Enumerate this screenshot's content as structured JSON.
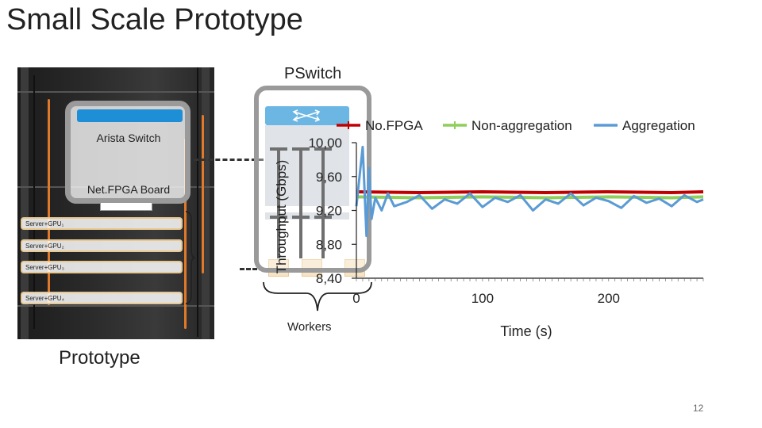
{
  "slide": {
    "title": "Small Scale Prototype",
    "page_number": "12"
  },
  "prototype": {
    "caption": "Prototype",
    "arista_label": "Arista Switch",
    "netfpga_label": "Net.FPGA Board",
    "servers": [
      "Server+GPU₁",
      "Server+GPU₂",
      "Server+GPU₃",
      "Server+GPU₄"
    ]
  },
  "pswitch": {
    "label": "PSwitch",
    "workers_label": "Workers"
  },
  "colors": {
    "switch_blue": "#1e8fd6",
    "frame_gray": "#9a9a9a",
    "noFPGA": "#c00000",
    "non_aggregation": "#8fce5a",
    "aggregation": "#5b9bd5"
  },
  "icons": [
    "switch-icon"
  ],
  "chart_data": {
    "type": "line",
    "ylabel": "Throughput (Gbps)",
    "xlabel": "Time (s)",
    "y_ticks": [
      "8,40",
      "8,80",
      "9,20",
      "9,60",
      "10,00"
    ],
    "x_ticks": [
      "0",
      "100",
      "200"
    ],
    "ylim": [
      8.4,
      10.0
    ],
    "xlim": [
      0,
      275
    ],
    "legend_position": "top",
    "grid": false,
    "series": [
      {
        "name": "No.FPGA",
        "color": "#c00000",
        "x": [
          0,
          50,
          100,
          150,
          200,
          250,
          275
        ],
        "values": [
          9.42,
          9.41,
          9.42,
          9.41,
          9.42,
          9.41,
          9.42
        ]
      },
      {
        "name": "Non-aggregation",
        "color": "#8fce5a",
        "x": [
          0,
          50,
          100,
          150,
          200,
          250,
          275
        ],
        "values": [
          9.36,
          9.35,
          9.36,
          9.35,
          9.36,
          9.35,
          9.36
        ]
      },
      {
        "name": "Aggregation",
        "color": "#5b9bd5",
        "x": [
          0,
          5,
          8,
          10,
          12,
          15,
          20,
          25,
          30,
          40,
          50,
          60,
          70,
          80,
          90,
          100,
          110,
          120,
          130,
          140,
          150,
          160,
          170,
          180,
          190,
          200,
          210,
          220,
          230,
          240,
          250,
          260,
          270,
          275
        ],
        "values": [
          9.25,
          9.95,
          8.9,
          9.7,
          9.1,
          9.35,
          9.2,
          9.4,
          9.25,
          9.3,
          9.38,
          9.22,
          9.33,
          9.28,
          9.4,
          9.24,
          9.35,
          9.3,
          9.38,
          9.2,
          9.33,
          9.28,
          9.4,
          9.26,
          9.35,
          9.31,
          9.23,
          9.37,
          9.29,
          9.34,
          9.25,
          9.38,
          9.3,
          9.33
        ]
      }
    ]
  }
}
